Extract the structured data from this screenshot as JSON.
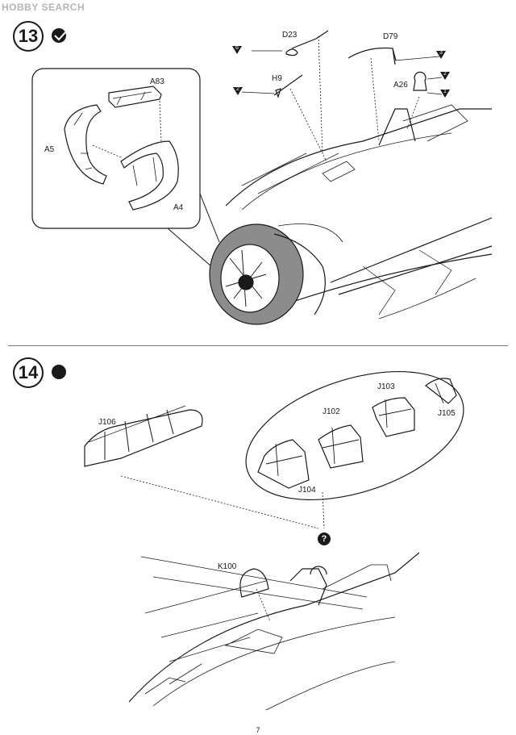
{
  "watermark": {
    "text": "HOBBY SEARCH",
    "color": "#b5b5b5"
  },
  "steps": [
    {
      "number": "13",
      "glue_icon": "glue-icon"
    },
    {
      "number": "14",
      "glue_icon": "glue-icon"
    }
  ],
  "step13": {
    "inset_parts": {
      "a83": "A83",
      "a5": "A5",
      "a4": "A4"
    },
    "parts": {
      "d23": "D23",
      "d79": "D79",
      "h9": "H9",
      "a26": "A26"
    },
    "paint_markers": [
      "6",
      "3",
      "2",
      "2",
      "1"
    ]
  },
  "step14": {
    "parts": {
      "j106": "J106",
      "j102": "J102",
      "j103": "J103",
      "j104": "J104",
      "j105": "J105",
      "k100": "K100"
    },
    "option_marker_icon": "question-icon"
  },
  "page_number": "7",
  "colors": {
    "line": "#1a1a1a",
    "engine_shading": "#8c8c8c",
    "divider": "#777777"
  }
}
